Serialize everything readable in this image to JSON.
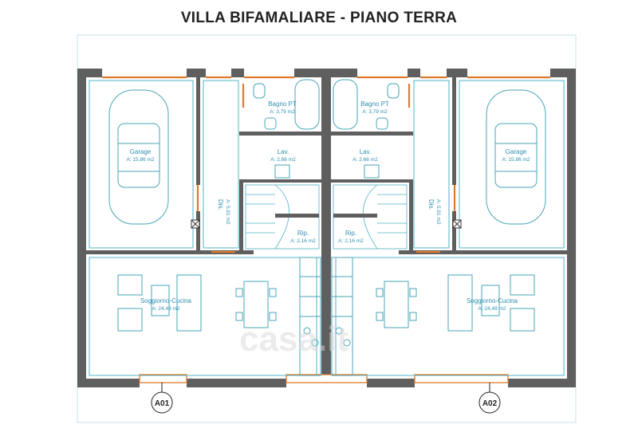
{
  "title": "VILLA BIFAMALIARE - PIANO TERRA",
  "rooms": {
    "garage_left": {
      "name": "Garage",
      "area": "A: 15,86 m2"
    },
    "bath_left": {
      "name": "Bagno PT",
      "area": "A: 3,79 m2"
    },
    "lav_left": {
      "name": "Lav.",
      "area": "A: 2,66 m2"
    },
    "dis_left": {
      "name": "Dis.",
      "area": "A: 5,91 m2"
    },
    "rip_left": {
      "name": "Rip.",
      "area": "A: 2,16 m2"
    },
    "living_left": {
      "name": "Soggiorno-Cucina",
      "area": "A: 24,49 m2"
    },
    "garage_right": {
      "name": "Garage",
      "area": "A: 15,86 m2"
    },
    "bath_right": {
      "name": "Bagno PT",
      "area": "A: 3,79 m2"
    },
    "lav_right": {
      "name": "Lav.",
      "area": "A: 2,66 m2"
    },
    "dis_right": {
      "name": "Dis.",
      "area": "A: 5,91 m2"
    },
    "rip_right": {
      "name": "Rip.",
      "area": "A: 2,16 m2"
    },
    "living_right": {
      "name": "Soggiorno-Cucina",
      "area": "A: 24,49 m2"
    }
  },
  "tags": {
    "left": "A01",
    "right": "A02"
  },
  "watermark": "casa.it",
  "colors": {
    "wall": "#5f5f5f",
    "room_line": "#4fb4c4",
    "label": "#2f8fb0",
    "door": "#e07a2a"
  }
}
